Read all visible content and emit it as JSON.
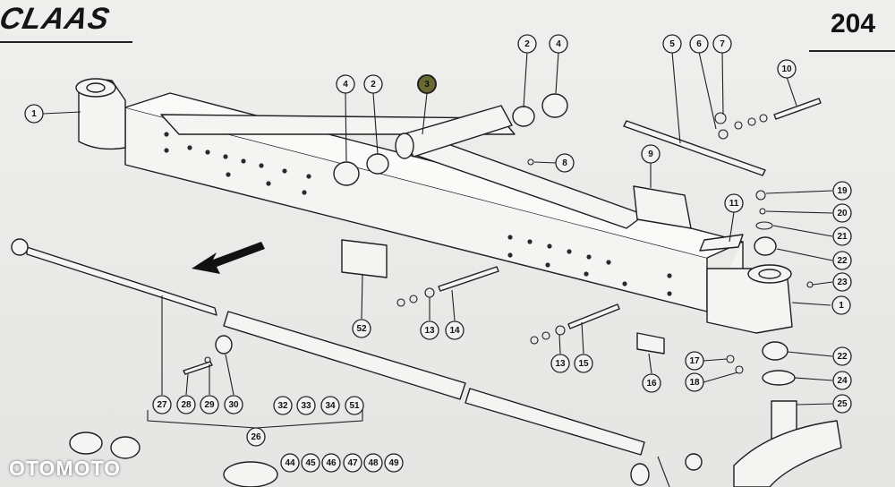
{
  "header": {
    "brand": "CLAAS",
    "page_number": "204"
  },
  "watermark": "OTOMOTO",
  "callouts": [
    {
      "id": "c1a",
      "label": "1"
    },
    {
      "id": "c1b",
      "label": "1"
    },
    {
      "id": "c2a",
      "label": "2"
    },
    {
      "id": "c2b",
      "label": "2"
    },
    {
      "id": "c3",
      "label": "3"
    },
    {
      "id": "c4a",
      "label": "4"
    },
    {
      "id": "c4b",
      "label": "4"
    },
    {
      "id": "c5",
      "label": "5"
    },
    {
      "id": "c6",
      "label": "6"
    },
    {
      "id": "c7",
      "label": "7"
    },
    {
      "id": "c8",
      "label": "8"
    },
    {
      "id": "c9",
      "label": "9"
    },
    {
      "id": "c10",
      "label": "10"
    },
    {
      "id": "c11",
      "label": "11"
    },
    {
      "id": "c13a",
      "label": "13"
    },
    {
      "id": "c13b",
      "label": "13"
    },
    {
      "id": "c14",
      "label": "14"
    },
    {
      "id": "c15",
      "label": "15"
    },
    {
      "id": "c16",
      "label": "16"
    },
    {
      "id": "c17",
      "label": "17"
    },
    {
      "id": "c18",
      "label": "18"
    },
    {
      "id": "c19",
      "label": "19"
    },
    {
      "id": "c20",
      "label": "20"
    },
    {
      "id": "c21",
      "label": "21"
    },
    {
      "id": "c22a",
      "label": "22"
    },
    {
      "id": "c22b",
      "label": "22"
    },
    {
      "id": "c23",
      "label": "23"
    },
    {
      "id": "c24",
      "label": "24"
    },
    {
      "id": "c25",
      "label": "25"
    },
    {
      "id": "c26",
      "label": "26"
    },
    {
      "id": "c27",
      "label": "27"
    },
    {
      "id": "c28",
      "label": "28"
    },
    {
      "id": "c29",
      "label": "29"
    },
    {
      "id": "c30",
      "label": "30"
    },
    {
      "id": "c32",
      "label": "32"
    },
    {
      "id": "c33",
      "label": "33"
    },
    {
      "id": "c34",
      "label": "34"
    },
    {
      "id": "c51",
      "label": "51"
    },
    {
      "id": "c44",
      "label": "44"
    },
    {
      "id": "c45",
      "label": "45"
    },
    {
      "id": "c46",
      "label": "46"
    },
    {
      "id": "c47",
      "label": "47"
    },
    {
      "id": "c48",
      "label": "48"
    },
    {
      "id": "c49",
      "label": "49"
    },
    {
      "id": "c52",
      "label": "52"
    }
  ]
}
